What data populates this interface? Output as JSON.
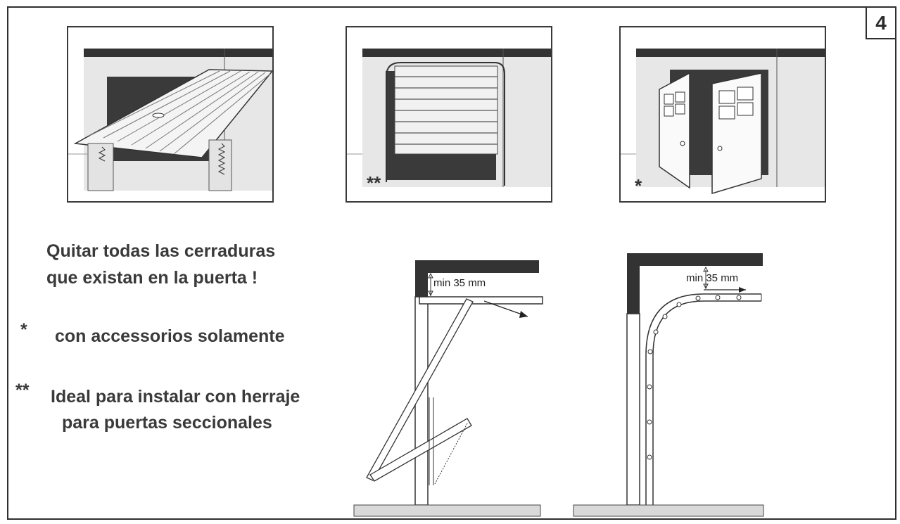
{
  "page": {
    "number": "4"
  },
  "panels": {
    "up_and_over": {
      "mark": ""
    },
    "sectional": {
      "mark": "**"
    },
    "side_hinged": {
      "mark": "*"
    }
  },
  "notes": {
    "remove_locks_line1": "Quitar todas las cerraduras",
    "remove_locks_line2": "que existan en la puerta !",
    "accessories_marker": "*",
    "accessories_text": "con accessorios solamente",
    "sectional_marker": "**",
    "sectional_line1": "Ideal para instalar con herraje",
    "sectional_line2": "para puertas seccionales"
  },
  "diagrams": {
    "up_and_over_clearance": "min 35 mm",
    "sectional_clearance": "min 35 mm"
  },
  "colors": {
    "line": "#2f2f2f",
    "wall": "#e6e6e6",
    "dark": "#333333",
    "floor": "#d9d9d9"
  }
}
